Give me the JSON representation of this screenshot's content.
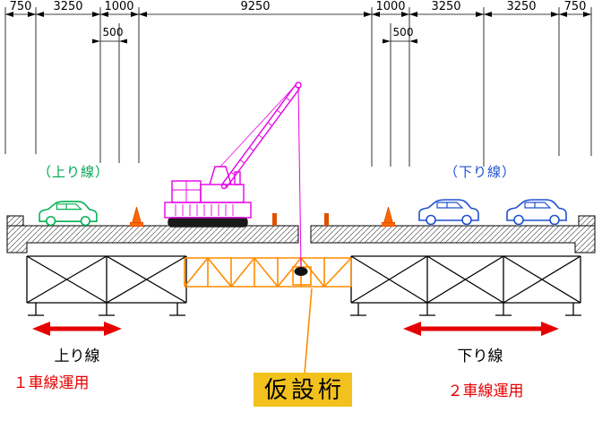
{
  "dimensions": {
    "top": [
      "750",
      "3250",
      "1000",
      "9250",
      "1000",
      "3250",
      "3250",
      "750"
    ],
    "offset_left": "500",
    "offset_right": "500"
  },
  "labels": {
    "upbound_lane_paren": "（上り線）",
    "downbound_lane_paren": "（下り線）",
    "upbound_lane": "上り線",
    "upbound_operation": "１車線運用",
    "downbound_lane": "下り線",
    "downbound_operation": "２車線運用",
    "temporary_girder": "仮設桁"
  },
  "colors": {
    "upbound_label": "#00a550",
    "downbound_label": "#2050d0",
    "operation_text": "#e60000",
    "extent_arrow": "#e60000",
    "girder_callout_bg": "#f2c11e",
    "crane": "#e600e6",
    "temporary_girder": "#ff8c00",
    "cone": "#ff6600",
    "car_green": "#00b050",
    "car_blue": "#2050d0",
    "drawing_line": "#000000"
  }
}
